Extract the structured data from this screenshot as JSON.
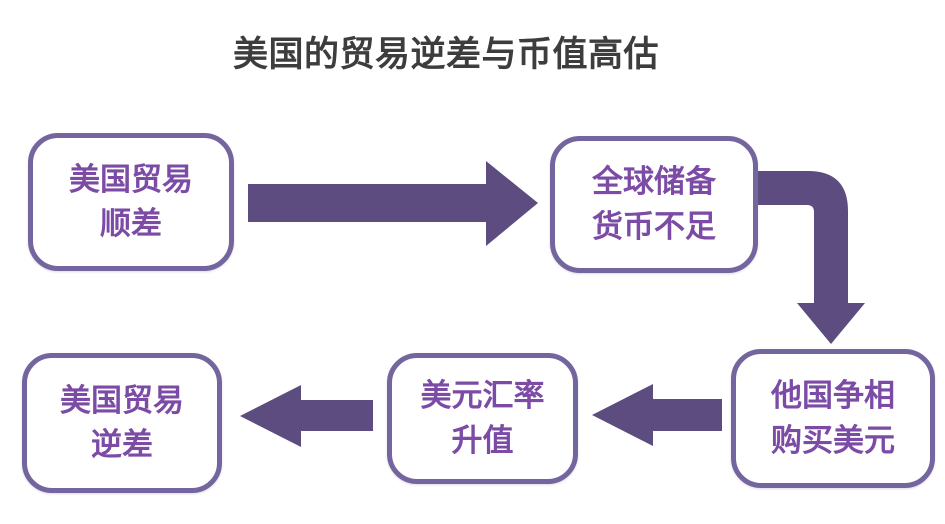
{
  "title": "美国的贸易逆差与币值高估",
  "colors": {
    "background": "#ffffff",
    "title_text": "#3d3d3d",
    "node_border": "#74659e",
    "node_text": "#7b4ba6",
    "arrow_fill": "#5d4c7f"
  },
  "diagram": {
    "type": "flowchart",
    "nodes": [
      {
        "id": "us-trade-surplus",
        "line1": "美国贸易",
        "line2": "顺差"
      },
      {
        "id": "global-reserve-shortage",
        "line1": "全球储备",
        "line2": "货币不足"
      },
      {
        "id": "countries-buy-dollars",
        "line1": "他国争相",
        "line2": "购买美元"
      },
      {
        "id": "dollar-rate-appreciation",
        "line1": "美元汇率",
        "line2": "升值"
      },
      {
        "id": "us-trade-deficit",
        "line1": "美国贸易",
        "line2": "逆差"
      }
    ],
    "edges": [
      {
        "from": "us-trade-surplus",
        "to": "global-reserve-shortage",
        "direction": "right"
      },
      {
        "from": "global-reserve-shortage",
        "to": "countries-buy-dollars",
        "direction": "down-elbow"
      },
      {
        "from": "countries-buy-dollars",
        "to": "dollar-rate-appreciation",
        "direction": "left"
      },
      {
        "from": "dollar-rate-appreciation",
        "to": "us-trade-deficit",
        "direction": "left"
      }
    ]
  }
}
